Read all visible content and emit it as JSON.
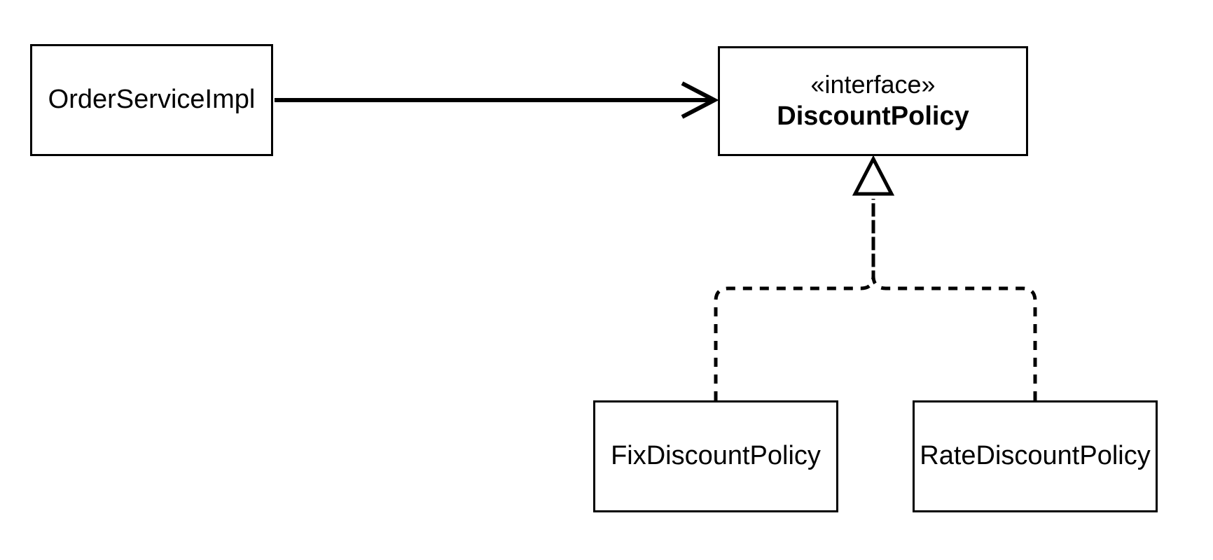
{
  "diagram": {
    "kind": "uml-class-diagram",
    "colors": {
      "stroke": "#000000",
      "background": "#ffffff"
    },
    "nodes": [
      {
        "id": "order-service-impl",
        "label": "OrderServiceImpl"
      },
      {
        "id": "discount-policy",
        "stereotype": "«interface»",
        "label": "DiscountPolicy"
      },
      {
        "id": "fix-discount-policy",
        "label": "FixDiscountPolicy"
      },
      {
        "id": "rate-discount-policy",
        "label": "RateDiscountPolicy"
      }
    ],
    "edges": [
      {
        "from": "OrderServiceImpl",
        "to": "DiscountPolicy",
        "type": "dependency",
        "style": "solid-line-open-arrowhead"
      },
      {
        "from": "FixDiscountPolicy",
        "to": "DiscountPolicy",
        "type": "realization",
        "style": "dashed-line-hollow-triangle"
      },
      {
        "from": "RateDiscountPolicy",
        "to": "DiscountPolicy",
        "type": "realization",
        "style": "dashed-line-hollow-triangle"
      }
    ]
  }
}
